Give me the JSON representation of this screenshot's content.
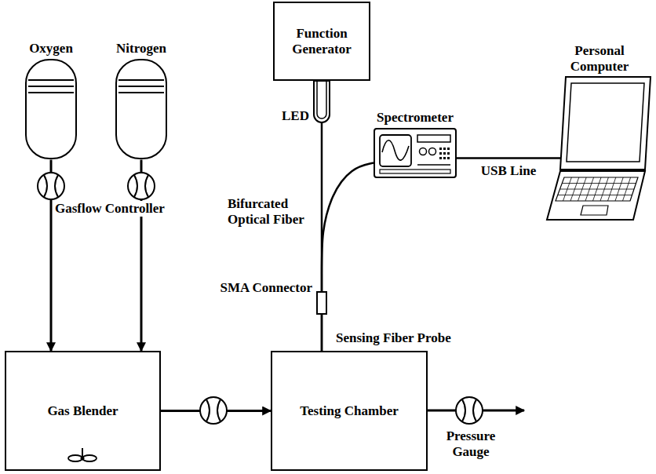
{
  "diagram": {
    "nodes": [
      {
        "text": [
          "Function Generator"
        ]
      },
      {
        "text": [
          "Oxygen"
        ]
      },
      {
        "text": [
          "Nitrogen"
        ]
      },
      {
        "text": [
          "Personal Computer"
        ]
      },
      {
        "text": [
          "Spectrometer"
        ]
      },
      {
        "text": [
          "Gas Blender"
        ]
      },
      {
        "text": [
          "Testing Chamber"
        ]
      }
    ],
    "edges": [
      {
        "from": 1,
        "to": 5,
        "arrow": "to"
      },
      {
        "from": 2,
        "to": 5,
        "arrow": "to"
      },
      {
        "from": 5,
        "to": 6,
        "arrow": "to"
      },
      {
        "from": 4,
        "to": 3,
        "label": "USB Line",
        "arrow": "none"
      },
      {
        "from": 0,
        "to": 6,
        "arrow": "none"
      },
      {
        "from": 4,
        "to": 6,
        "arrow": "none"
      }
    ],
    "labels": [
      "LED",
      "Gasflow Controller",
      "Bifurcated Optical Fiber",
      "SMA Connector",
      "Sensing Fiber Probe",
      "Pressure Gauge"
    ]
  }
}
